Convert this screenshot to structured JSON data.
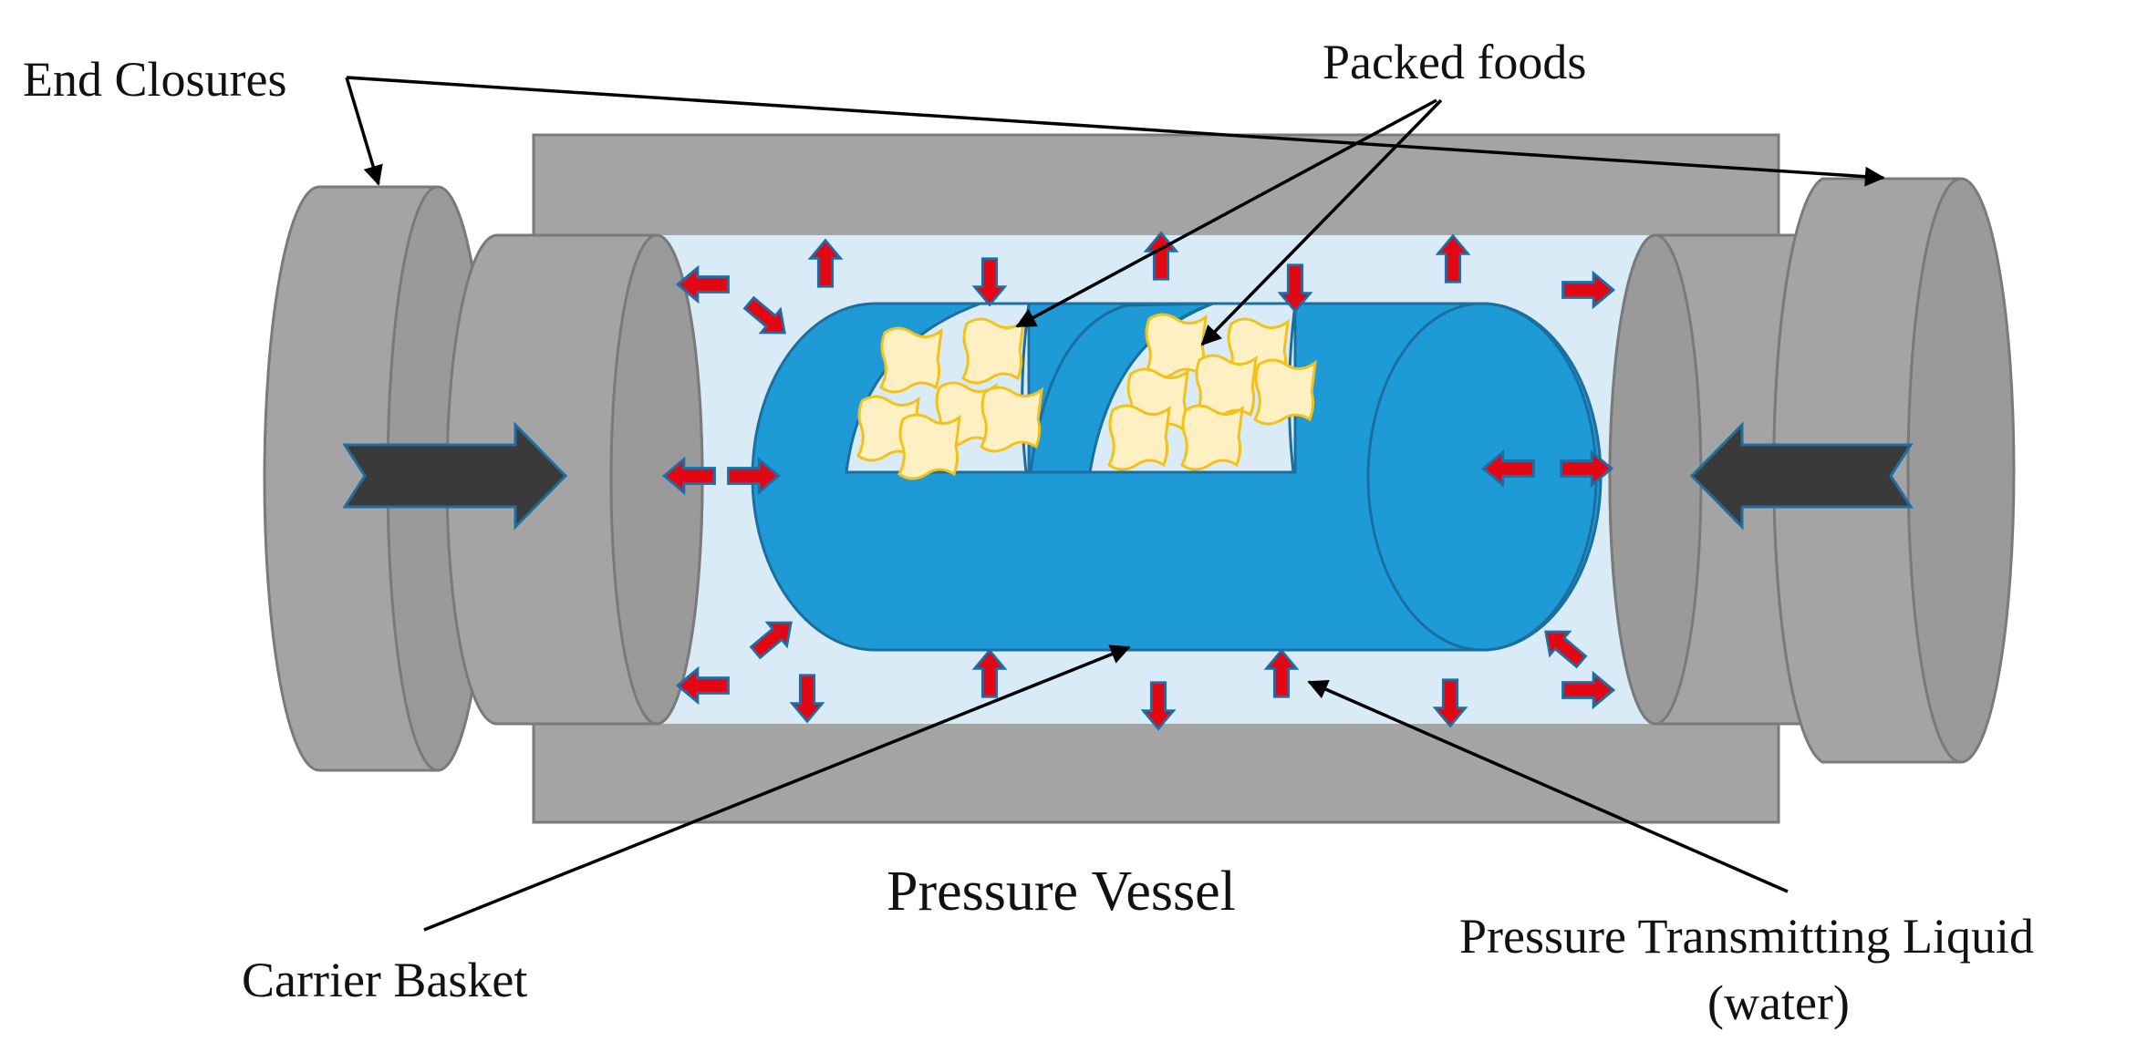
{
  "labels": {
    "end_closures": "End Closures",
    "packed_foods": "Packed foods",
    "pressure_vessel": "Pressure Vessel",
    "carrier_basket": "Carrier Basket",
    "pressure_transmitting_liquid_line1": "Pressure Transmitting Liquid",
    "pressure_transmitting_liquid_line2": "(water)"
  },
  "colors": {
    "vessel_gray": "#a4a4a4",
    "liquid": "#d9ebf7",
    "basket_blue": "#1e9bd7",
    "pressure_arrow_red": "#e30613",
    "piston_arrow": "#3a3a3a",
    "food_fill": "#fff0c4",
    "food_outline": "#f2c21a"
  }
}
